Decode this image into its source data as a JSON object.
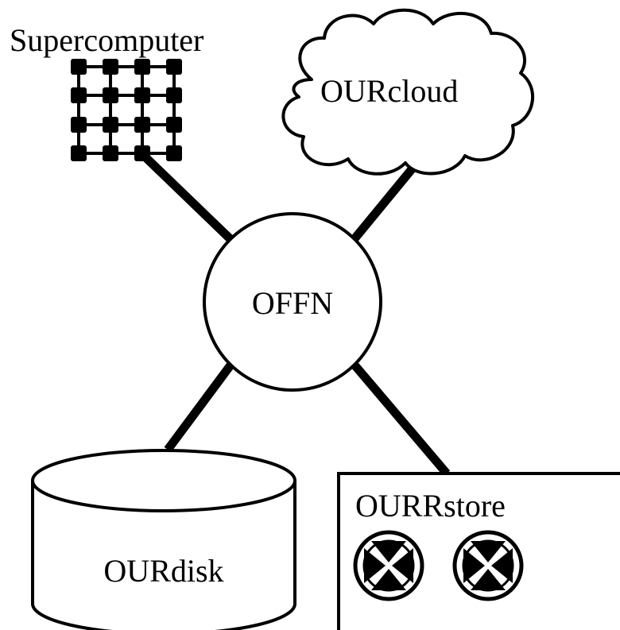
{
  "diagram": {
    "hub": {
      "label": "OFFN"
    },
    "nodes": {
      "supercomputer": {
        "label": "Supercomputer"
      },
      "cloud": {
        "label": "OURcloud"
      },
      "disk": {
        "label": "OURdisk"
      },
      "store": {
        "label": "OURRstore"
      }
    }
  },
  "colors": {
    "stroke": "#000000",
    "fill": "#ffffff"
  }
}
